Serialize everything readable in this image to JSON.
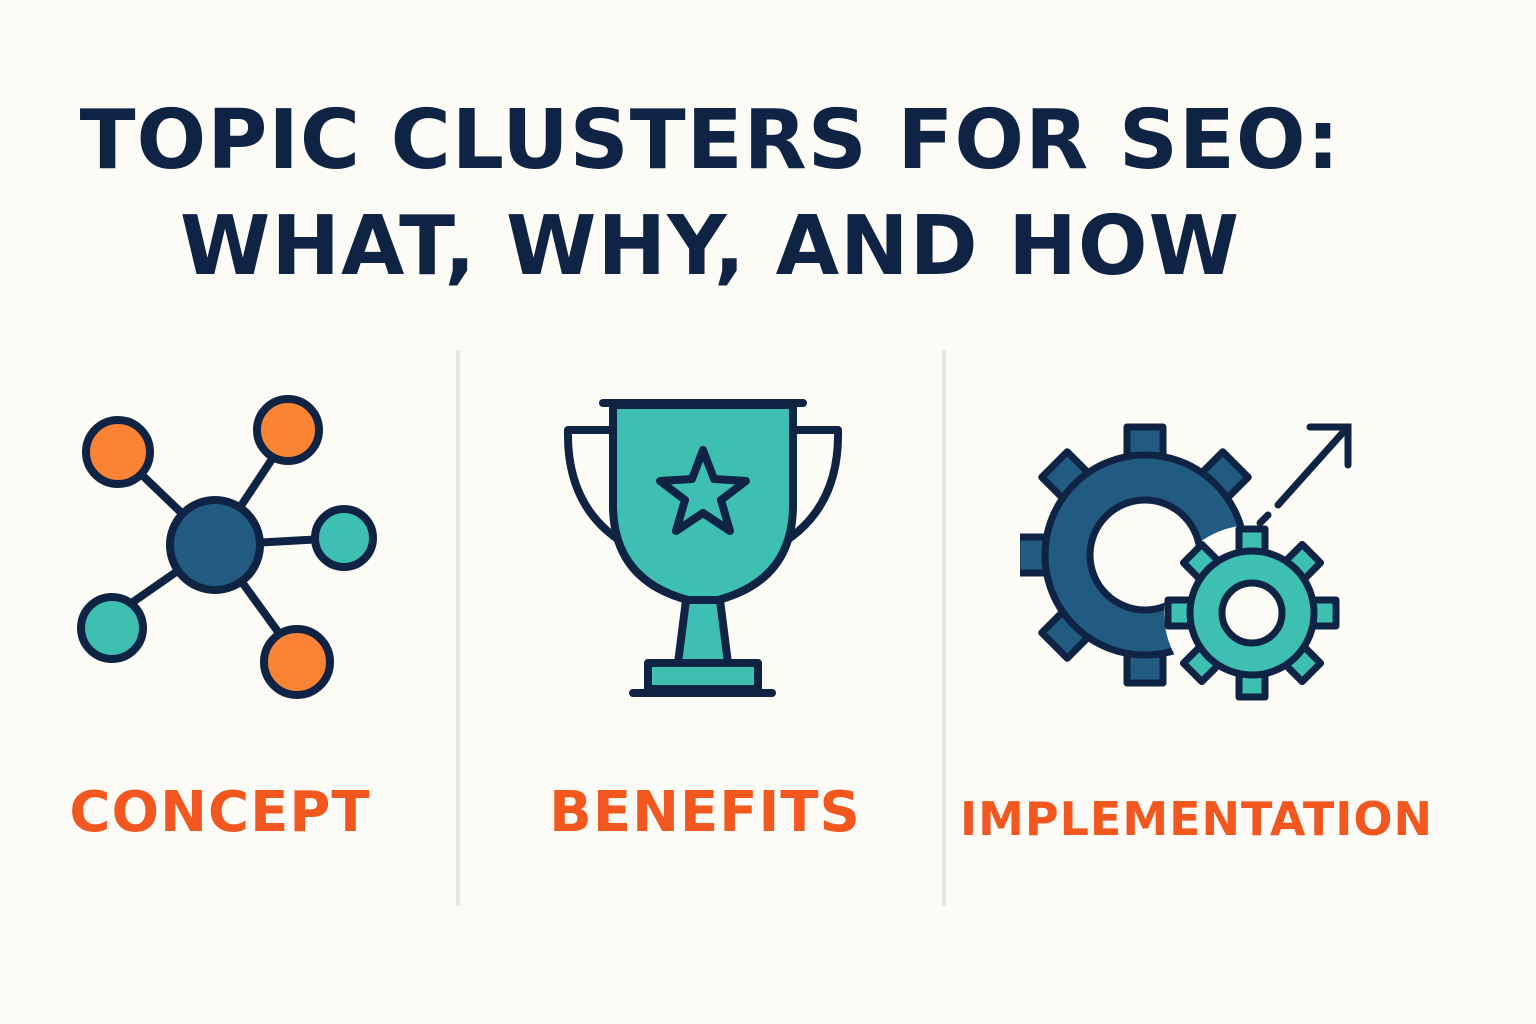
{
  "title": {
    "line1": "TOPIC CLUSTERS FOR SEO:",
    "line2": "WHAT, WHY, AND HOW"
  },
  "sections": [
    {
      "label": "CONCEPT",
      "icon": "network-nodes-icon"
    },
    {
      "label": "BENEFITS",
      "icon": "trophy-icon"
    },
    {
      "label": "IMPLEMENTATION",
      "icon": "gears-arrow-icon"
    }
  ],
  "colors": {
    "background": "#fcfbf6",
    "navy": "#0f2444",
    "orange": "#f2571f",
    "node_orange": "#fa8434",
    "teal": "#3dbfb1",
    "blue": "#215b82",
    "divider": "#e4e4e1"
  }
}
